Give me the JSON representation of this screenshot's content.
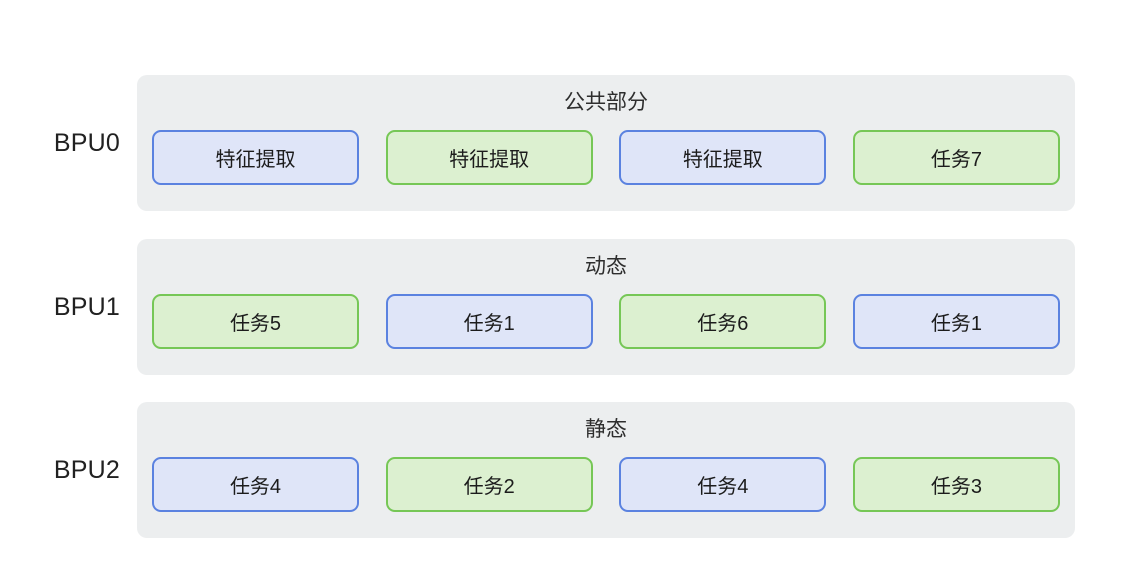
{
  "diagram": {
    "type": "bpu-scheduling-timeline",
    "background_color": "#ffffff",
    "palette": {
      "panel_background": "#eceeef",
      "blue_fill": "#dfe5f8",
      "blue_border": "#5b82e0",
      "green_fill": "#dcf0d0",
      "green_border": "#76c756",
      "text_color": "#1c1c1c"
    },
    "rows": [
      {
        "label": "BPU0",
        "title": "公共部分",
        "boxes": [
          {
            "text": "特征提取",
            "color": "blue"
          },
          {
            "text": "特征提取",
            "color": "green"
          },
          {
            "text": "特征提取",
            "color": "blue"
          },
          {
            "text": "任务7",
            "color": "green"
          }
        ]
      },
      {
        "label": "BPU1",
        "title": "动态",
        "boxes": [
          {
            "text": "任务5",
            "color": "green"
          },
          {
            "text": "任务1",
            "color": "blue"
          },
          {
            "text": "任务6",
            "color": "green"
          },
          {
            "text": "任务1",
            "color": "blue"
          }
        ]
      },
      {
        "label": "BPU2",
        "title": "静态",
        "boxes": [
          {
            "text": "任务4",
            "color": "blue"
          },
          {
            "text": "任务2",
            "color": "green"
          },
          {
            "text": "任务4",
            "color": "blue"
          },
          {
            "text": "任务3",
            "color": "green"
          }
        ]
      }
    ]
  }
}
